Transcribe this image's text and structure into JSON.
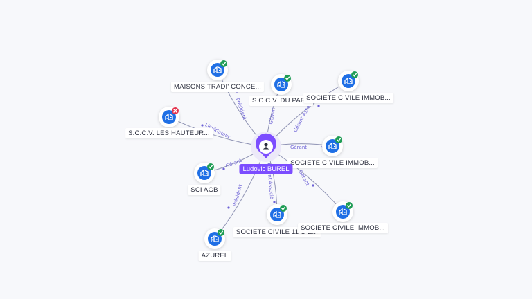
{
  "center": {
    "name": "Ludovic BUREL",
    "icon": "person-icon",
    "color": "#7c4dff"
  },
  "nodes": [
    {
      "id": "maisons",
      "label": "MAISONS TRADI' CONCE...",
      "status": "active",
      "relation": "Président"
    },
    {
      "id": "sccv_parc",
      "label": "S.C.C.V. DU PARC",
      "status": "active",
      "relation": "Gérant"
    },
    {
      "id": "sci_immo1",
      "label": "SOCIETE CIVILE IMMOB...",
      "status": "active",
      "relation": "Gérant Associé"
    },
    {
      "id": "sccv_hauteurs",
      "label": "S.C.C.V. LES HAUTEUR...",
      "status": "closed",
      "relation": "Liquidateur"
    },
    {
      "id": "sci_immo2",
      "label": "SOCIETE CIVILE IMMOB...",
      "status": "active",
      "relation": "Gérant"
    },
    {
      "id": "sci_agb",
      "label": "SCI AGB",
      "status": "active",
      "relation": "Gérant"
    },
    {
      "id": "sc_11",
      "label": "SOCIETE CIVILE 11 U E...",
      "status": "active",
      "relation": "Gérant Associé"
    },
    {
      "id": "sci_immo3",
      "label": "SOCIETE CIVILE IMMOB...",
      "status": "active",
      "relation": "Gérant"
    },
    {
      "id": "azurel",
      "label": "AZUREL",
      "status": "active",
      "relation": "Président"
    }
  ],
  "colors": {
    "active": "#1f9d55",
    "closed": "#e5334d",
    "node": "#1f6fe5",
    "edge_label": "#6d62d6"
  },
  "icons": {
    "company": "building-icon",
    "active_badge": "check-icon",
    "closed_badge": "cross-icon"
  }
}
